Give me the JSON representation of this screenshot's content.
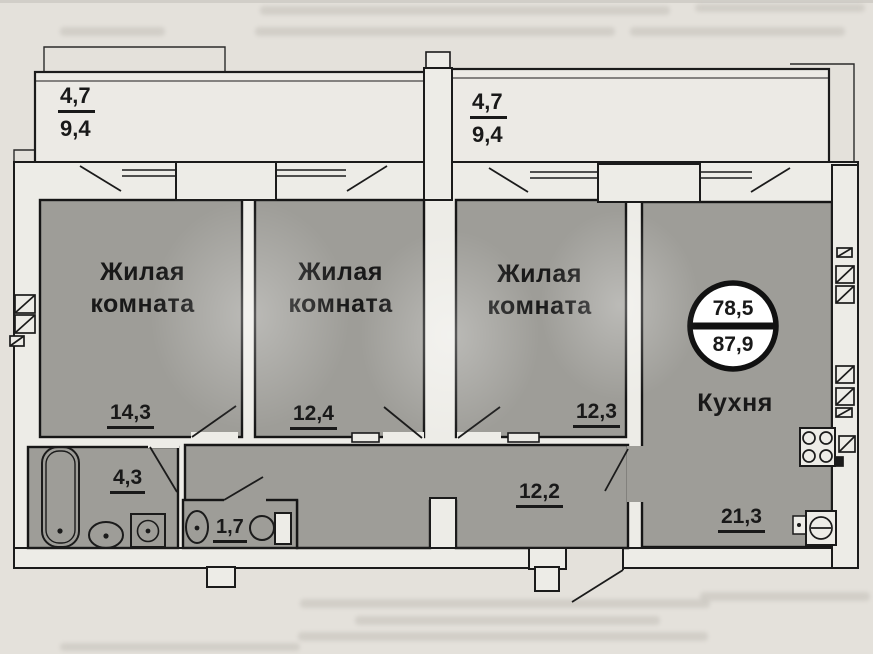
{
  "plan_type": "apartment floor plan (scanned)",
  "rooms": [
    {
      "key": "living-room-1",
      "name": "Жилая комната",
      "area": "14,3"
    },
    {
      "key": "living-room-2",
      "name": "Жилая комната",
      "area": "12,4"
    },
    {
      "key": "living-room-3",
      "name": "Жилая комната",
      "area": "12,3"
    },
    {
      "key": "kitchen",
      "name": "Кухня",
      "area": "21,3"
    },
    {
      "key": "hallway",
      "area": "12,2"
    },
    {
      "key": "bathroom",
      "area": "4,3"
    },
    {
      "key": "wc",
      "area": "1,7"
    }
  ],
  "balconies": [
    {
      "key": "balcony-left",
      "upper": "4,7",
      "lower": "9,4"
    },
    {
      "key": "balcony-right",
      "upper": "4,7",
      "lower": "9,4"
    }
  ],
  "total_area_badge": {
    "upper": "78,5",
    "lower": "87,9"
  },
  "colors": {
    "paper": "#e4e1db",
    "wall_white": "#edece7",
    "room_fill": "#9e9d98",
    "line": "#1b1b1b"
  },
  "icons": [
    "bathtub-icon",
    "toilet-icon",
    "washbasin-icon",
    "wc-sink-icon",
    "wc-toilet-icon",
    "stove-icon",
    "kitchen-sink-icon",
    "vent-shaft-icon",
    "door-swing",
    "window",
    "total-area-badge"
  ]
}
